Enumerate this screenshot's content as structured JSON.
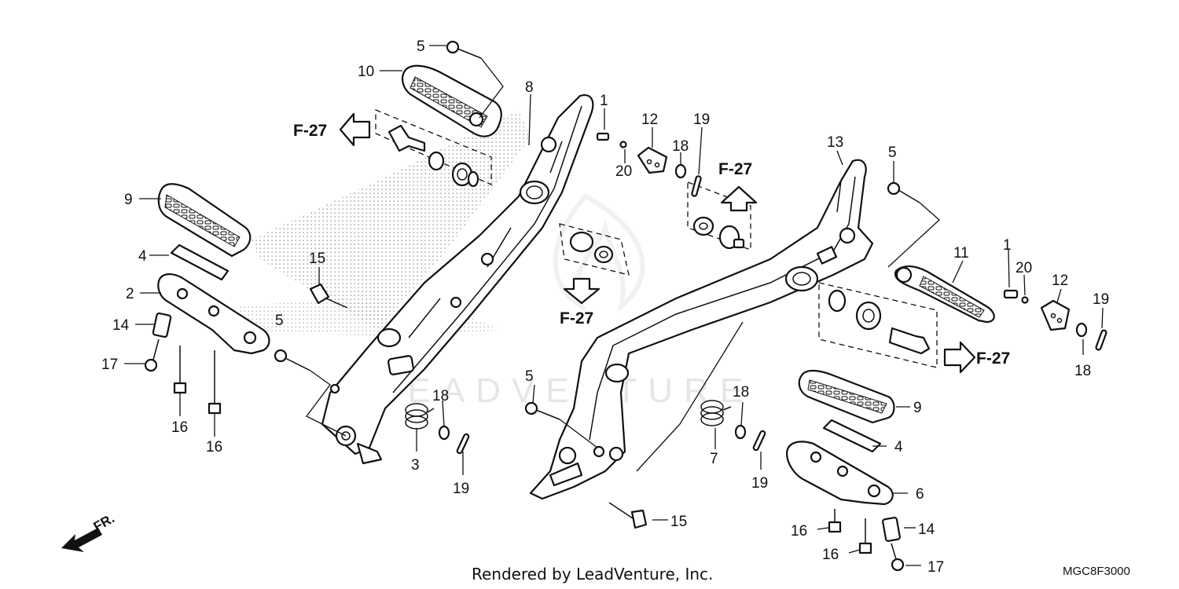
{
  "callouts": {
    "c1a": "1",
    "c1b": "1",
    "c2": "2",
    "c3": "3",
    "c4a": "4",
    "c4b": "4",
    "c5a": "5",
    "c5b": "5",
    "c5c": "5",
    "c5d": "5",
    "c6": "6",
    "c7": "7",
    "c8": "8",
    "c9a": "9",
    "c9b": "9",
    "c10": "10",
    "c11": "11",
    "c12a": "12",
    "c12b": "12",
    "c13": "13",
    "c14a": "14",
    "c14b": "14",
    "c15a": "15",
    "c15b": "15",
    "c16a": "16",
    "c16b": "16",
    "c16c": "16",
    "c16d": "16",
    "c17a": "17",
    "c17b": "17",
    "c18a": "18",
    "c18b": "18",
    "c18c": "18",
    "c18d": "18",
    "c19a": "19",
    "c19b": "19",
    "c19c": "19",
    "c19d": "19",
    "c20a": "20",
    "c20b": "20"
  },
  "references": {
    "f27_left": "F-27",
    "f27_top": "F-27",
    "f27_mid": "F-27",
    "f27_right": "F-27"
  },
  "front_indicator": "FR.",
  "watermark": "LEADVENTURE",
  "credit": "Rendered by LeadVenture, Inc.",
  "diagram_code": "MGC8F3000",
  "colors": {
    "line": "#111111",
    "watermark": "#e6e6e6",
    "background": "#ffffff"
  }
}
